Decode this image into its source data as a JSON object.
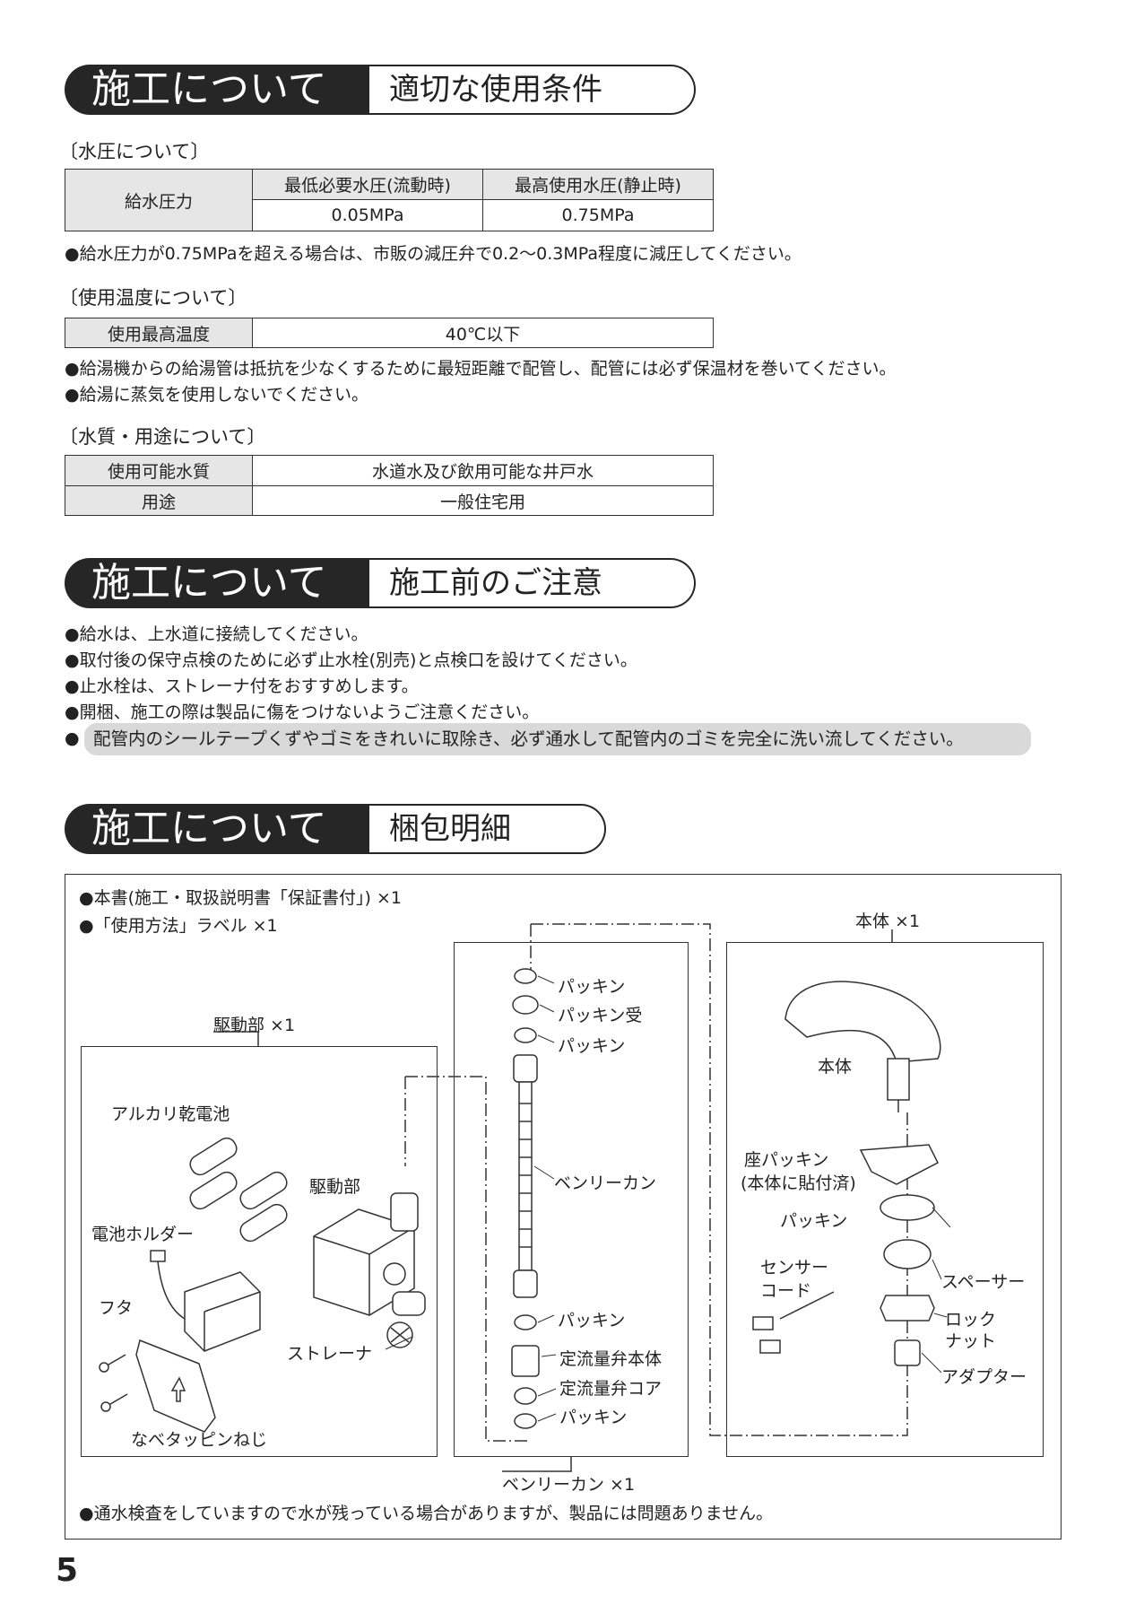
{
  "sections": {
    "conditions": {
      "main": "施工について",
      "sub": "適切な使用条件"
    },
    "precautions": {
      "main": "施工について",
      "sub": "施工前のご注意"
    },
    "packing": {
      "main": "施工について",
      "sub": "梱包明細"
    }
  },
  "pressure": {
    "heading": "〔水圧について〕",
    "row_label": "給水圧力",
    "col1_header": "最低必要水圧(流動時)",
    "col2_header": "最高使用水圧(静止時)",
    "col1_value": "0.05MPa",
    "col2_value": "0.75MPa",
    "note": "●給水圧力が0.75MPaを超える場合は、市販の減圧弁で0.2〜0.3MPa程度に減圧してください。"
  },
  "temperature": {
    "heading": "〔使用温度について〕",
    "row_label": "使用最高温度",
    "value": "40℃以下",
    "note1": "●給湯機からの給湯管は抵抗を少なくするために最短距離で配管し、配管には必ず保温材を巻いてください。",
    "note2": "●給湯に蒸気を使用しないでください。"
  },
  "water": {
    "heading": "〔水質・用途について〕",
    "row1_label": "使用可能水質",
    "row1_value": "水道水及び飲用可能な井戸水",
    "row2_label": "用途",
    "row2_value": "一般住宅用"
  },
  "precaution_notes": [
    "●給水は、上水道に接続してください。",
    "●取付後の保守点検のために必ず止水栓(別売)と点検口を設けてください。",
    "●止水栓は、ストレーナ付をおすすめします。",
    "●開梱、施工の際は製品に傷をつけないようご注意ください。"
  ],
  "highlight_bullet": "●",
  "highlight_text": "配管内のシールテープくずやゴミをきれいに取除き、必ず通水して配管内のゴミを完全に洗い流してください。",
  "packing": {
    "item1": "●本書(施工・取扱説明書「保証書付」) ×1",
    "item2": "●「使用方法」ラベル ×1",
    "drive_title": "駆動部 ×1",
    "hose_title": "ベンリーカン ×1",
    "body_title": "本体 ×1",
    "drive_labels": {
      "battery": "アルカリ乾電池",
      "drive": "駆動部",
      "holder": "電池ホルダー",
      "lid": "フタ",
      "strainer": "ストレーナ",
      "screw": "なべタッピンねじ"
    },
    "hose_labels": {
      "packing1": "パッキン",
      "packing_seat": "パッキン受",
      "packing2": "パッキン",
      "hose": "ベンリーカン",
      "packing3": "パッキン",
      "valve_body": "定流量弁本体",
      "valve_core": "定流量弁コア",
      "packing4": "パッキン"
    },
    "body_labels": {
      "body": "本体",
      "seat_packing": "座パッキン",
      "seat_note": "(本体に貼付済)",
      "packing": "パッキン",
      "sensor1": "センサー",
      "sensor2": "コード",
      "spacer": "スペーサー",
      "lock1": "ロック",
      "lock2": "ナット",
      "adapter": "アダプター"
    },
    "footer_note": "●通水検査をしていますので水が残っている場合がありますが、製品には問題ありません。"
  },
  "page_number": "5"
}
